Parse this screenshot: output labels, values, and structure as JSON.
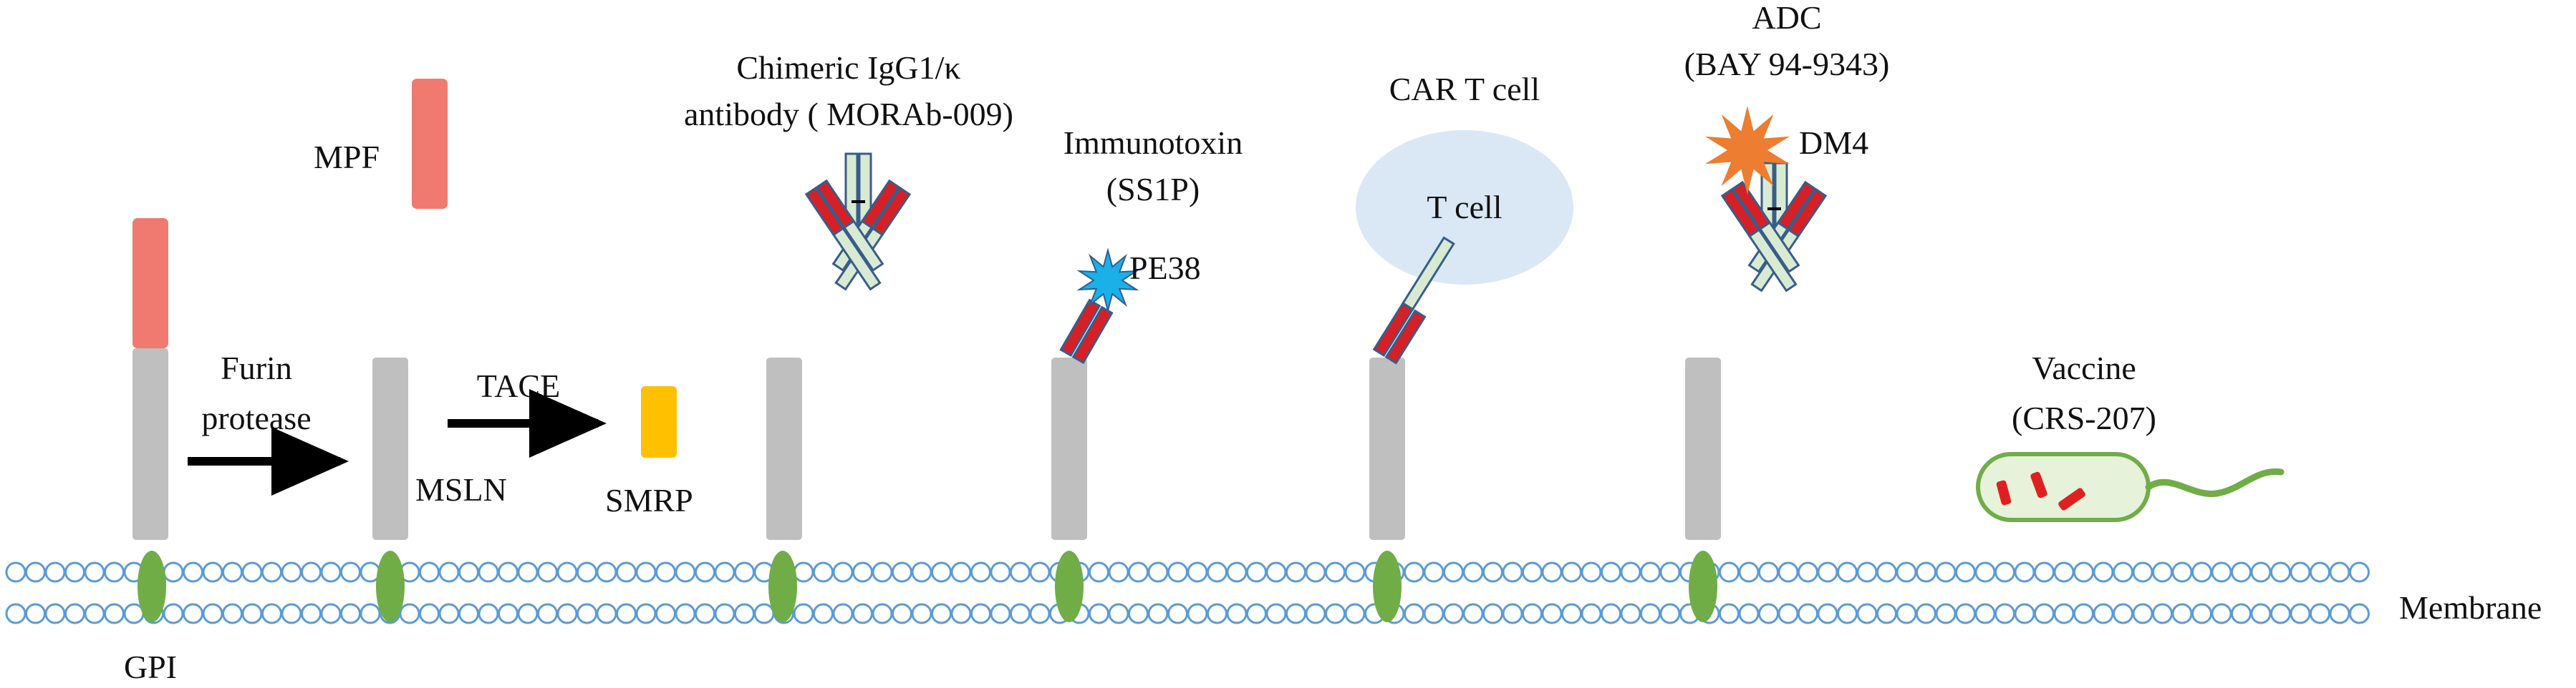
{
  "labels": {
    "mpf": "MPF",
    "furin_line1": "Furin",
    "furin_line2": "protease",
    "tace": "TACE",
    "mesothelin": "MSLN",
    "smrp": "SMRP",
    "gpi": "GPI",
    "membrane": "Membrane",
    "chimeric_line1": "Chimeric IgG1/κ",
    "chimeric_line2": "antibody ( MORAb-009)",
    "immunotoxin_line1": "Immunotoxin",
    "immunotoxin_line2": "(SS1P)",
    "pe38": "PE38",
    "car_title": "CAR T cell",
    "t_cell": "T cell",
    "adc_line1": "ADC",
    "adc_line2": "(BAY 94-9343)",
    "dm4": "DM4",
    "vaccine_line1": "Vaccine",
    "vaccine_line2": "(CRS-207)"
  },
  "colors": {
    "msln_stalk": "#bfbfbf",
    "mpf": "#f07a70",
    "smrp": "#ffc000",
    "gpi_anchor": "#70ad47",
    "lipid_circle": "#5b9bd5",
    "heavy_chain": "#d9ead3",
    "chain_outline": "#385d8a",
    "variable_region": "#d62026",
    "t_cell": "#dae8f5",
    "pe38_toxin": "#1ab0e8",
    "dm4_payload": "#ed7d31",
    "bacterium_fill": "#e6f2da",
    "bacterium_outline": "#70ad47",
    "bacterium_antigen": "#e02020",
    "arrow": "#000000"
  }
}
